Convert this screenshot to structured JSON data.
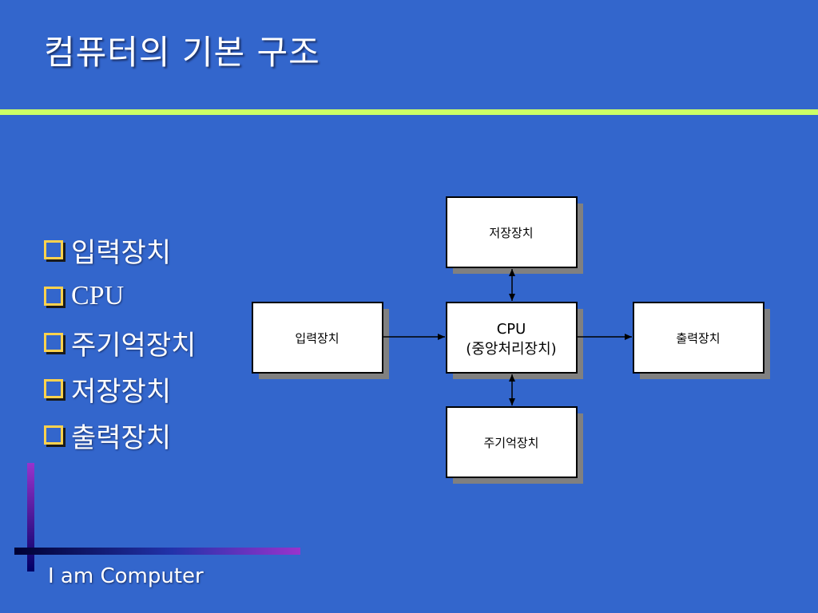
{
  "slide": {
    "title": "컴퓨터의 기본 구조",
    "footer": "I am Computer"
  },
  "bullets": [
    "입력장치",
    "CPU",
    "주기억장치",
    "저장장치",
    "출력장치"
  ],
  "diagram": {
    "nodes": {
      "storage": "저장장치",
      "input": "입력장치",
      "cpu_line1": "CPU",
      "cpu_line2": "(중앙처리장치)",
      "output": "출력장치",
      "memory": "주기억장치"
    },
    "edges": [
      {
        "from": "input",
        "to": "cpu",
        "direction": "forward"
      },
      {
        "from": "cpu",
        "to": "output",
        "direction": "forward"
      },
      {
        "from": "cpu",
        "to": "storage",
        "direction": "both"
      },
      {
        "from": "cpu",
        "to": "memory",
        "direction": "both"
      }
    ]
  },
  "colors": {
    "background": "#3366cc",
    "accent_rule": "#ccff66",
    "bullet_box": "#ffd24d",
    "box_fill": "#ffffff",
    "box_shadow": "#808080"
  }
}
